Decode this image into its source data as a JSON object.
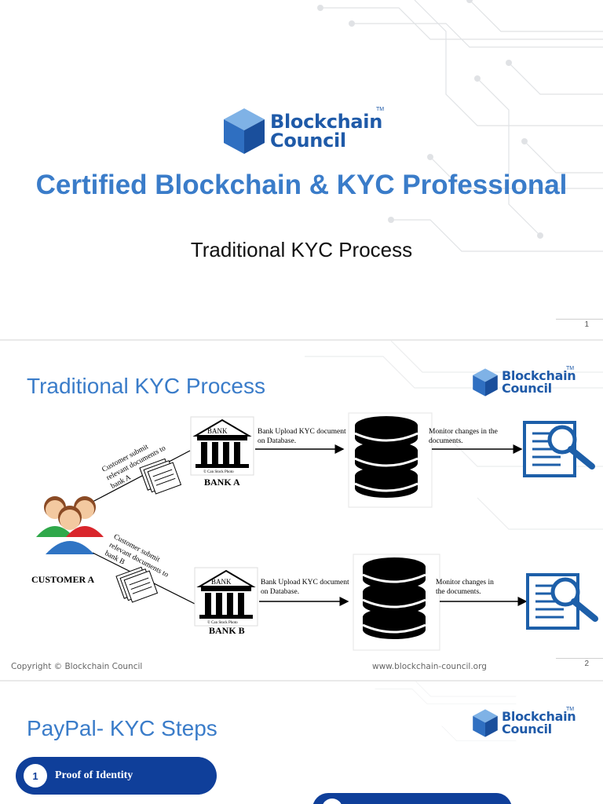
{
  "brand": {
    "logo_line1": "Blockchain",
    "logo_line2": "Council",
    "trademark": "TM",
    "color": "#1f5aa8"
  },
  "slides": [
    {
      "title": "Certified Blockchain & KYC Professional",
      "subtitle": "Traditional KYC Process",
      "number": "1"
    },
    {
      "heading": "Traditional KYC Process",
      "number": "2",
      "footer_left": "Copyright © Blockchain Council",
      "footer_right": "www.blockchain-council.org",
      "diagram": {
        "customer_label": "CUSTOMER A",
        "submit_note": "Customer submit relevant documents to bank A",
        "submit_note_b": "Customer submit relevant documents to bank B",
        "submit_a_lines": [
          "Customer submit",
          "relevant documents to",
          "bank A"
        ],
        "submit_b_lines": [
          "Customer submit",
          "relevant documents to",
          "bank B"
        ],
        "bank_sign": "BANK",
        "bank_caption": "© Can Stock Photo",
        "bank_a_label": "BANK A",
        "bank_b_label": "BANK B",
        "upload_line1": "Bank Upload KYC document",
        "upload_line2": "on Database.",
        "monitor_line1": "Monitor changes in the",
        "monitor_line2": "documents.",
        "monitor_b_line1": "Monitor changes in",
        "monitor_b_line2": "the documents."
      }
    },
    {
      "heading": "PayPal- KYC Steps",
      "step_number": "1",
      "step_label": "Proof of Identity"
    }
  ],
  "colors": {
    "title_blue": "#3a7cc9",
    "pill_navy": "#0f3f9a"
  }
}
